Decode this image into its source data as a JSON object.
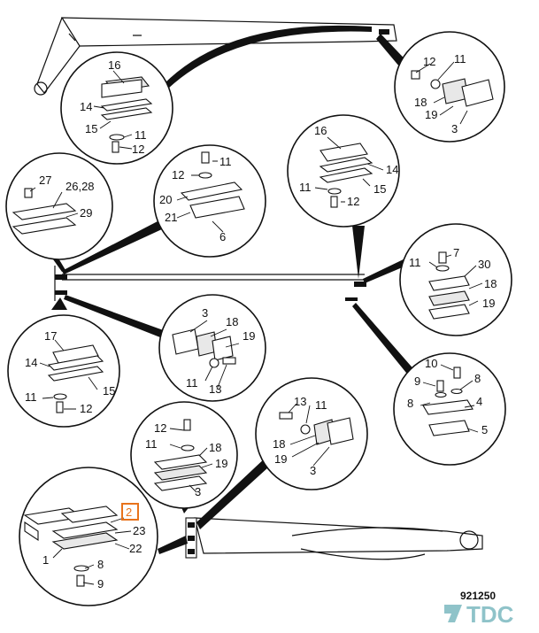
{
  "drawing_number": "921250",
  "logo": {
    "text": "TDC",
    "icon": "tdc-logo-icon",
    "color": "#8fc3c9"
  },
  "highlight_color": "#e8731c",
  "callouts": [
    {
      "id": "c1",
      "labels": [
        "16",
        "14",
        "15",
        "11",
        "12"
      ]
    },
    {
      "id": "c2",
      "labels": [
        "12",
        "11",
        "18",
        "19",
        "3"
      ]
    },
    {
      "id": "c3",
      "labels": [
        "27",
        "26,28",
        "29"
      ]
    },
    {
      "id": "c4",
      "labels": [
        "11",
        "12",
        "20",
        "21",
        "6"
      ]
    },
    {
      "id": "c5",
      "labels": [
        "16",
        "14",
        "15",
        "11",
        "12"
      ]
    },
    {
      "id": "c6",
      "labels": [
        "7",
        "11",
        "30",
        "18",
        "19"
      ]
    },
    {
      "id": "c7",
      "labels": [
        "17",
        "14",
        "15",
        "11",
        "12"
      ]
    },
    {
      "id": "c8",
      "labels": [
        "3",
        "18",
        "19",
        "11",
        "13"
      ]
    },
    {
      "id": "c9",
      "labels": [
        "10",
        "9",
        "8",
        "8",
        "4",
        "5"
      ]
    },
    {
      "id": "c10",
      "labels": [
        "13",
        "11",
        "18",
        "19",
        "3"
      ]
    },
    {
      "id": "c11",
      "labels": [
        "12",
        "11",
        "18",
        "19",
        "3"
      ]
    },
    {
      "id": "c12",
      "labels": [
        "2",
        "23",
        "22",
        "1",
        "8",
        "9"
      ]
    }
  ]
}
